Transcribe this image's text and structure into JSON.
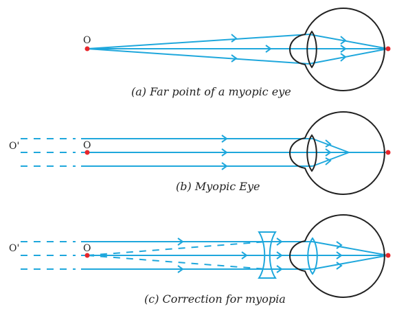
{
  "panels": [
    {
      "id": "a",
      "caption": "(a) Far point of a myopic eye",
      "point_labels": [
        "O"
      ]
    },
    {
      "id": "b",
      "caption": "(b) Myopic Eye",
      "point_labels": [
        "O'",
        "O"
      ]
    },
    {
      "id": "c",
      "caption": "(c) Correction for myopia",
      "point_labels": [
        "O'",
        "O"
      ]
    }
  ],
  "colors": {
    "ray": "#1ea7dc",
    "eye_outline": "#222222",
    "point": "#e8262b"
  }
}
